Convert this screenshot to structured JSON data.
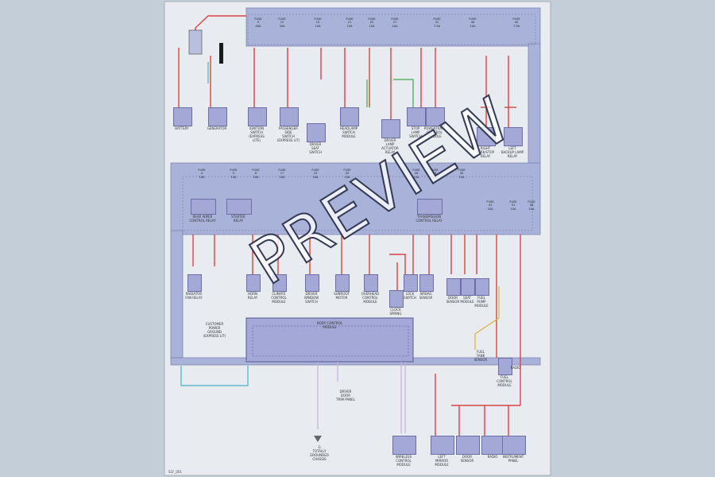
{
  "watermark": "PREVIEW",
  "page_id": "S1F_001",
  "colors": {
    "paper": "#e8ecf0",
    "fuse_block": "#a9b2d8",
    "wire_power": "#d94343",
    "wire_signal_green": "#3fa84a",
    "wire_signal_cyan": "#46b3c4",
    "wire_ground": "#c9b0d8",
    "wire_yellow": "#d8b43c"
  },
  "top_fuses": [
    {
      "label": "FUSE\n9\n40A"
    },
    {
      "label": "FUSE\n12\n30A"
    },
    {
      "label": "FUSE\n15\n10A"
    },
    {
      "label": "FUSE\n21\n15A"
    },
    {
      "label": "FUSE\n22\n10A"
    },
    {
      "label": "FUSE\n27\n10A"
    },
    {
      "label": "FUSE\n31\n7.5A"
    },
    {
      "label": "FUSE\n40\n10A"
    },
    {
      "label": "FUSE\n42\n7.5A"
    }
  ],
  "top_components": [
    {
      "label": "BATTERY"
    },
    {
      "label": "GENERATOR"
    },
    {
      "label": "IGNITION\nSWITCH\n(EXPRESS\nLITE)"
    },
    {
      "label": "PASSENGER\nSIDE\nSWITCH\n(EXPRESS LIT)"
    },
    {
      "label": "DRIVER\nSEAT\nSWITCH"
    },
    {
      "label": "HEADLAMP\nSWITCH\nMODULE"
    },
    {
      "label": "DRIVER\nLAMP\nACTUATOR\nRELAY"
    },
    {
      "label": "STOP\nLAMP\nSWITCH"
    },
    {
      "label": "POWERTRAIN\nCONTROL\nMODULE"
    },
    {
      "label": "RIGHT\nPARK/STOP\nRELAY"
    },
    {
      "label": "LEFT\nBACKUP LAMP\nRELAY"
    }
  ],
  "mid_fuses": [
    {
      "label": "FUSE\n4\n10A"
    },
    {
      "label": "FUSE\n5\n15A"
    },
    {
      "label": "FUSE\n6\n10A"
    },
    {
      "label": "FUSE\n17\n10A"
    },
    {
      "label": "FUSE\n19\n10A"
    },
    {
      "label": "FUSE\n20\n10A"
    },
    {
      "label": "FUSE\n26\n10A"
    },
    {
      "label": "FUSE\n34\n10A"
    },
    {
      "label": "FUSE\n35\n10A"
    },
    {
      "label": "FUSE\n41\n10A"
    },
    {
      "label": "FUSE\n51\n10A"
    },
    {
      "label": "FUSE\n56\n10A"
    }
  ],
  "mid_relays": [
    {
      "label": "REAR WIPER\nCONTROL RELAY"
    },
    {
      "label": "STARTER\nRELAY"
    },
    {
      "label": "TRANSMISSION\nCONTROL RELAY"
    }
  ],
  "mid_components": [
    {
      "label": "RADIATOR\nFAN RELAY"
    },
    {
      "label": "HORN\nRELAY"
    },
    {
      "label": "CLIMATE\nCONTROL\nMODULE"
    },
    {
      "label": "DRIVER\nWINDOW\nSWITCH"
    },
    {
      "label": "SUNROOF\nMOTOR"
    },
    {
      "label": "OVERHEAD\nCONTROL\nMODULE"
    },
    {
      "label": "CLOCK\nSPRING"
    },
    {
      "label": "LOCK\nSWITCH"
    },
    {
      "label": "AIRBAG\nSENSOR"
    },
    {
      "label": "DOOR\nSENSOR"
    },
    {
      "label": "SEAT\nMODULE"
    },
    {
      "label": "FUEL\nPUMP\nMODULE"
    },
    {
      "label": "FUEL\nCONTROL\nMODULE"
    }
  ],
  "bottom_notes": [
    {
      "label": "CUSTOMER\nPOWER\nGROUND\n(EXPRESS LIT)"
    },
    {
      "label": "FUEL\nTANK\nSENSOR"
    },
    {
      "label": "RADIO"
    },
    {
      "label": "DRIVER\nDOOR\nTRIM PANEL"
    }
  ],
  "bottom_components": [
    {
      "label": "WIRELESS\nCONTROL\nMODULE"
    },
    {
      "label": "LEFT\nMIRROR\nMODULE"
    },
    {
      "label": "DOOR\nSENSOR"
    },
    {
      "label": "RADIO"
    },
    {
      "label": "INSTRUMENT\nPANEL"
    }
  ],
  "center_module": {
    "label": "BODY CONTROL\nMODULE"
  },
  "ground_label": "G\nTOTALLY\nGROUNDED\nCHASSIS"
}
